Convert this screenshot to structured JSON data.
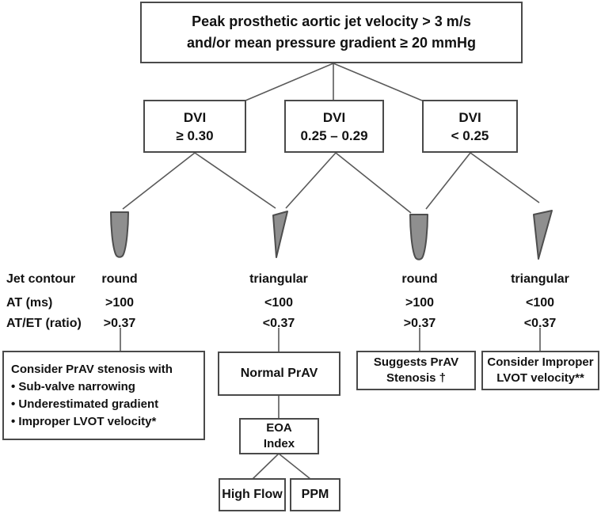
{
  "flowchart": {
    "root": {
      "line1": "Peak prosthetic aortic jet velocity > 3 m/s",
      "line2": "and/or mean pressure gradient ≥ 20 mmHg"
    },
    "dvi_boxes": [
      {
        "label": "DVI",
        "value": "≥ 0.30"
      },
      {
        "label": "DVI",
        "value": "0.25 – 0.29"
      },
      {
        "label": "DVI",
        "value": "< 0.25"
      }
    ],
    "row_labels": {
      "jet_contour": "Jet contour",
      "at": "AT (ms)",
      "at_et": "AT/ET (ratio)"
    },
    "columns": [
      {
        "icon": "round-jet",
        "contour": "round",
        "at": ">100",
        "at_et": ">0.37"
      },
      {
        "icon": "triangular-jet",
        "contour": "triangular",
        "at": "<100",
        "at_et": "<0.37"
      },
      {
        "icon": "round-jet",
        "contour": "round",
        "at": ">100",
        "at_et": ">0.37"
      },
      {
        "icon": "triangular-jet",
        "contour": "triangular",
        "at": "<100",
        "at_et": "<0.37"
      }
    ],
    "outcomes": {
      "consider_stenosis": {
        "title": "Consider PrAV stenosis with",
        "bullet1": "• Sub-valve narrowing",
        "bullet2": "• Underestimated gradient",
        "bullet3": "• Improper LVOT velocity*"
      },
      "normal": "Normal PrAV",
      "suggests": {
        "line1": "Suggests PrAV",
        "line2": "Stenosis †"
      },
      "improper": {
        "line1": "Consider Improper",
        "line2": "LVOT velocity**"
      },
      "eoa": {
        "line1": "EOA",
        "line2": "Index"
      },
      "high_flow": "High Flow",
      "ppm": "PPM"
    },
    "colors": {
      "background": "#ffffff",
      "box_border": "#4a4a4a",
      "connector_line": "#5a5a5a",
      "text": "#121212",
      "jet_fill": "#8f8f8f",
      "jet_stroke": "#4e4e4e"
    }
  }
}
